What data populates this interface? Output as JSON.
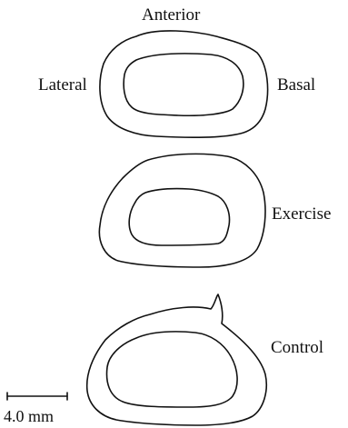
{
  "figure": {
    "labels": {
      "anterior": "Anterior",
      "lateral": "Lateral",
      "basal": "Basal",
      "exercise": "Exercise",
      "control": "Control"
    },
    "scale_bar": {
      "label": "4.0 mm"
    },
    "colors": {
      "ink": "#111111",
      "background": "#ffffff"
    }
  }
}
